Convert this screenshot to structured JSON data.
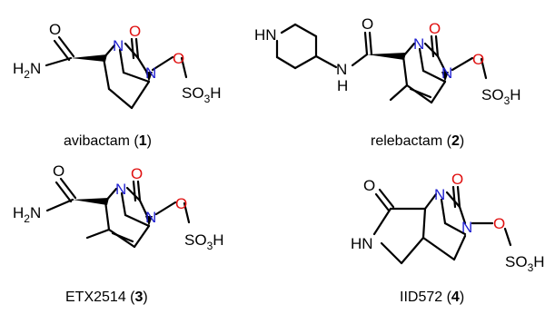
{
  "colors": {
    "bond": "#000000",
    "nitrogen": "#1f1fd0",
    "oxygen": "#e01010"
  },
  "compounds": [
    {
      "name": "avibactam",
      "number": "1"
    },
    {
      "name": "relebactam",
      "number": "2"
    },
    {
      "name": "ETX2514",
      "number": "3"
    },
    {
      "name": "IID572",
      "number": "4"
    }
  ],
  "atoms": {
    "N": "N",
    "O": "O",
    "H2N_main": "H",
    "H2N_sub": "2",
    "H2N_tail": "N",
    "HN": "HN",
    "H": "H",
    "SO3H_a": "SO",
    "SO3H_b": "3",
    "SO3H_c": "H"
  }
}
